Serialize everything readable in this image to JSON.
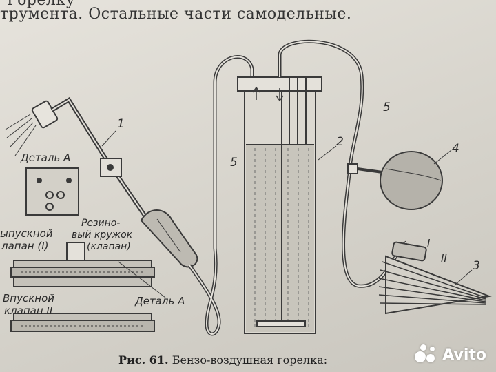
{
  "header": {
    "line1": "Горелку",
    "line2": "трумента. Остальные части самодельные."
  },
  "labels": {
    "detal_a_top": "Деталь А",
    "detal_a_bottom": "Деталь А",
    "vypusknoy": "ыпускной",
    "klapan_1": "лапан (I)",
    "rubber_1": "Резино-",
    "rubber_2": "вый кружок",
    "rubber_3": "(клапан)",
    "vpusknoy": "Впускной",
    "klapan_2": "клапан II"
  },
  "numbers": {
    "n1": "1",
    "n2": "2",
    "n3": "3",
    "n4": "4",
    "n5_left": "5",
    "n5_right": "5",
    "roman_1": "I",
    "roman_2": "II"
  },
  "caption": {
    "prefix": "Рис. 61.",
    "text": "Бензо-воздушная горелка:"
  },
  "watermark": {
    "text": "Avito",
    "icon": "avito-dots-icon"
  }
}
